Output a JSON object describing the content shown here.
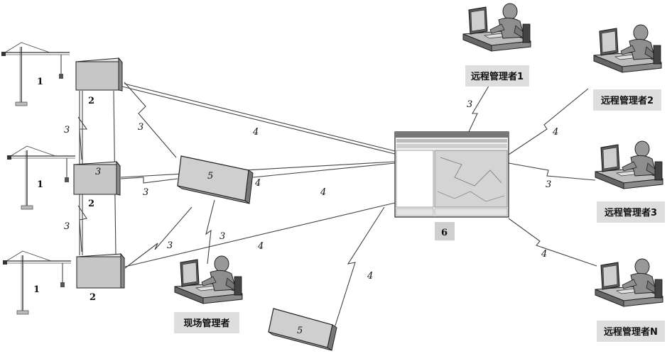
{
  "crane_label": "1",
  "terminal_label": "2",
  "wireless_label": "3",
  "network_label": "4",
  "relay_label": "5",
  "server_label": "6",
  "onsite_manager": "现场管理者",
  "remote_managers": [
    "远程管理者1",
    "远程管理者2",
    "远程管理者3",
    "远程管理者N"
  ]
}
